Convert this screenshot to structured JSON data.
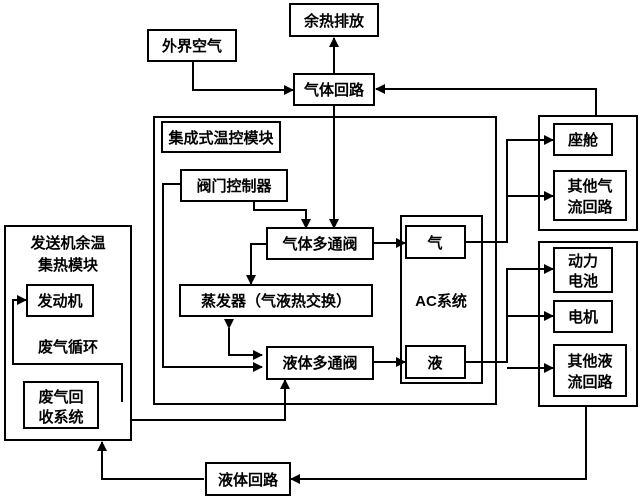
{
  "nodes": {
    "waste_heat_exhaust": "余热排放",
    "outside_air": "外界空气",
    "gas_loop": "气体回路",
    "integrated_module": "集成式温控模块",
    "valve_controller": "阀门控制器",
    "gas_multiway_valve": "气体多通阀",
    "evaporator": "蒸发器（气液热交换）",
    "liquid_multiway_valve": "液体多通阀",
    "ac_gas": "气",
    "ac_liquid": "液",
    "ac_system": "AC系统",
    "cabin": "座舱",
    "other_gas_line1": "其他气",
    "other_gas_line2": "流回路",
    "battery_line1": "动力",
    "battery_line2": "电池",
    "motor": "电机",
    "other_liquid_line1": "其他液",
    "other_liquid_line2": "流回路",
    "engine_module_line1": "发送机余温",
    "engine_module_line2": "集热模块",
    "engine": "发动机",
    "exhaust_recirculation": "废气循环",
    "exhaust_recovery_line1": "废气回",
    "exhaust_recovery_line2": "收系统",
    "liquid_loop": "液体回路"
  },
  "colors": {
    "stroke": "#000000",
    "background": "#ffffff"
  }
}
